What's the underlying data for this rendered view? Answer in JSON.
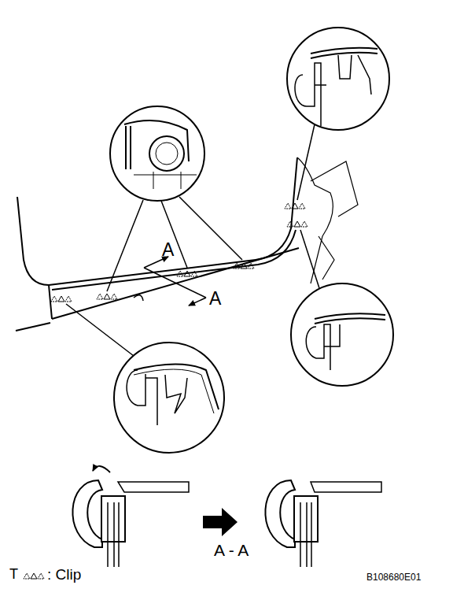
{
  "diagram": {
    "labels": [
      "A",
      "A",
      "A - A",
      "T",
      "B108680E01"
    ],
    "legend": [
      {
        "text": ": Clip"
      }
    ]
  }
}
